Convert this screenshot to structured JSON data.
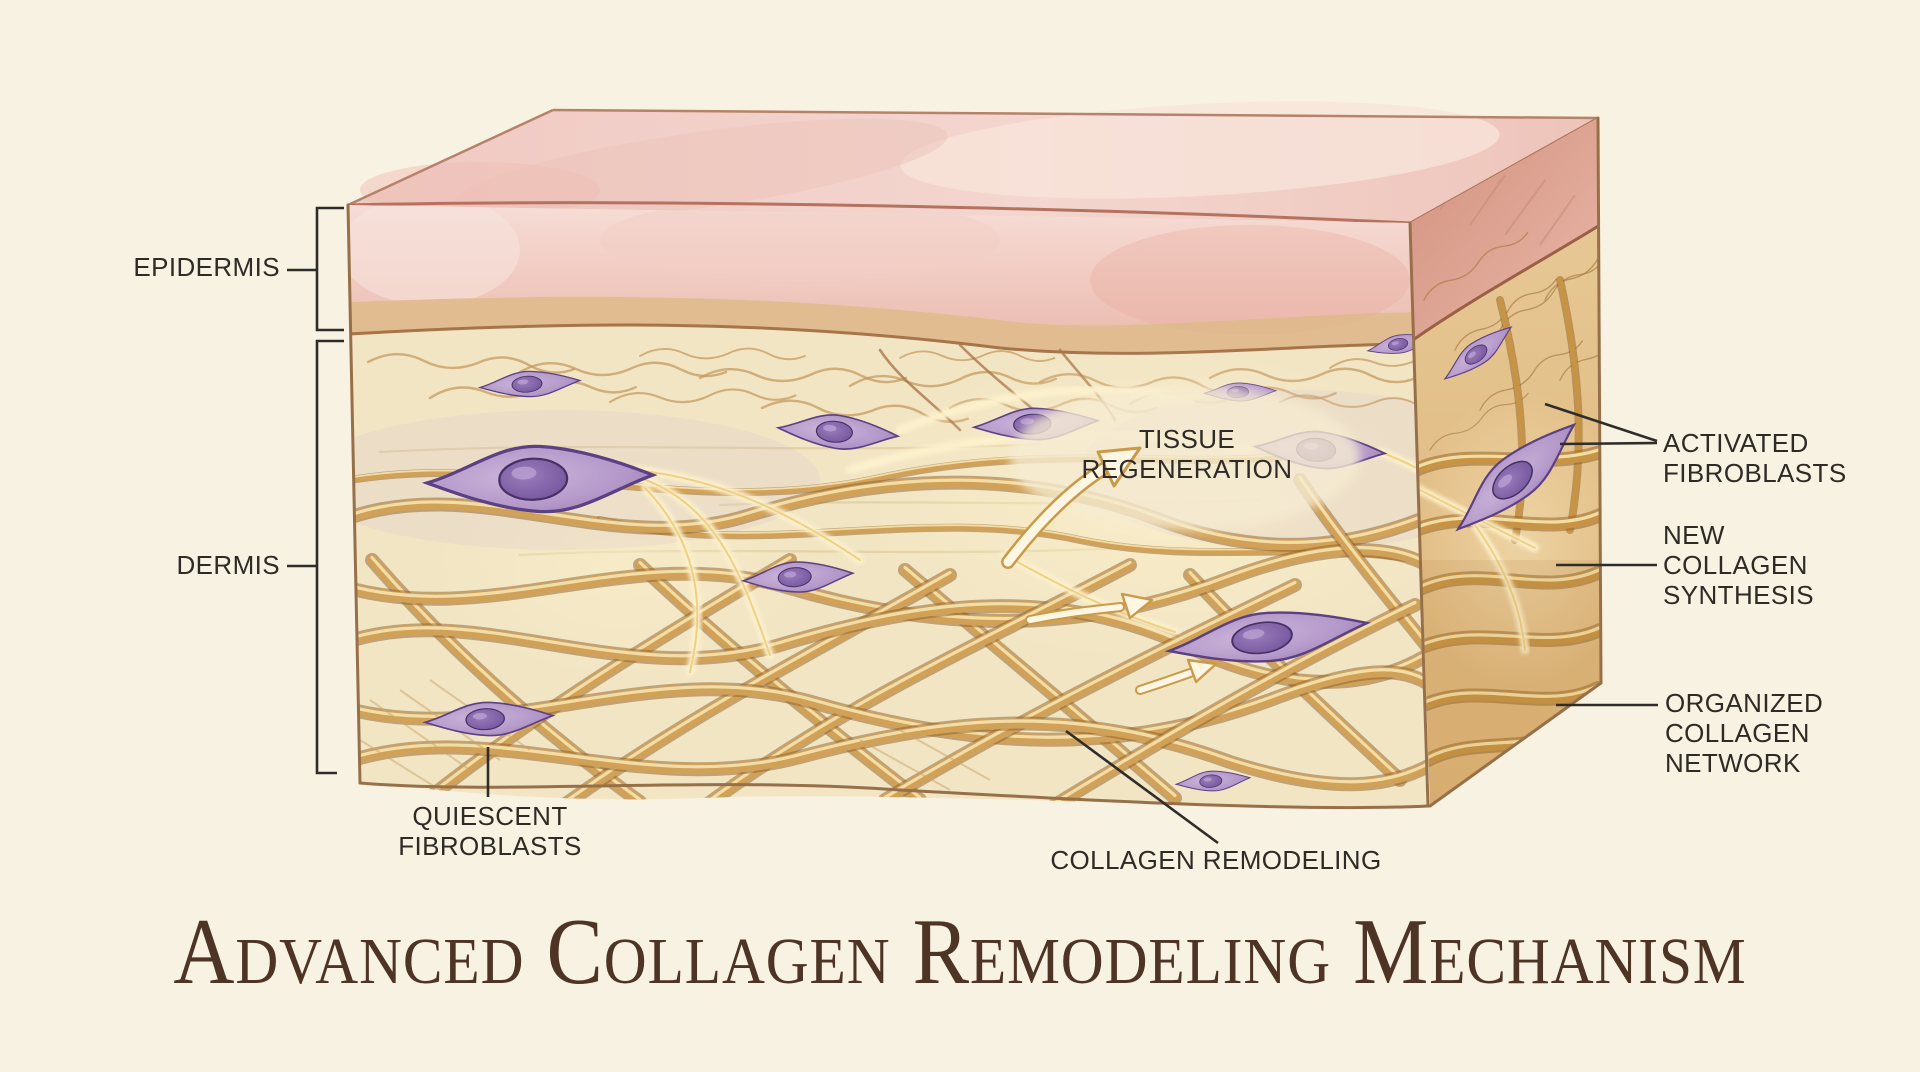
{
  "title": {
    "text": "Advanced Collagen Remodeling Mechanism"
  },
  "annotations": {
    "epidermis": {
      "label": "EPIDERMIS"
    },
    "dermis": {
      "label": "DERMIS"
    },
    "quiescent_fibroblasts": {
      "lines": [
        "QUIESCENT",
        "FIBROBLASTS"
      ]
    },
    "tissue_regeneration": {
      "lines": [
        "TISSUE",
        "REGENERATION"
      ]
    },
    "collagen_remodeling": {
      "label": "COLLAGEN REMODELING"
    },
    "activated_fibroblasts": {
      "lines": [
        "ACTIVATED",
        "FIBROBLASTS"
      ]
    },
    "new_collagen_synthesis": {
      "lines": [
        "NEW",
        "COLLAGEN",
        "SYNTHESIS"
      ]
    },
    "organized_collagen_network": {
      "lines": [
        "ORGANIZED",
        "COLLAGEN",
        "NETWORK"
      ]
    }
  },
  "palette": {
    "background": "#f8f2e2",
    "epidermis_pink": "#f2cfc8",
    "dermis_cream": "#f2e5c4",
    "collagen_gold": "#d2a158",
    "fibroblast_purple": "#a98bc0",
    "nucleus_purple": "#7a5aa4",
    "label_text": "#2e2b26",
    "title_brown": "#4e3425"
  }
}
